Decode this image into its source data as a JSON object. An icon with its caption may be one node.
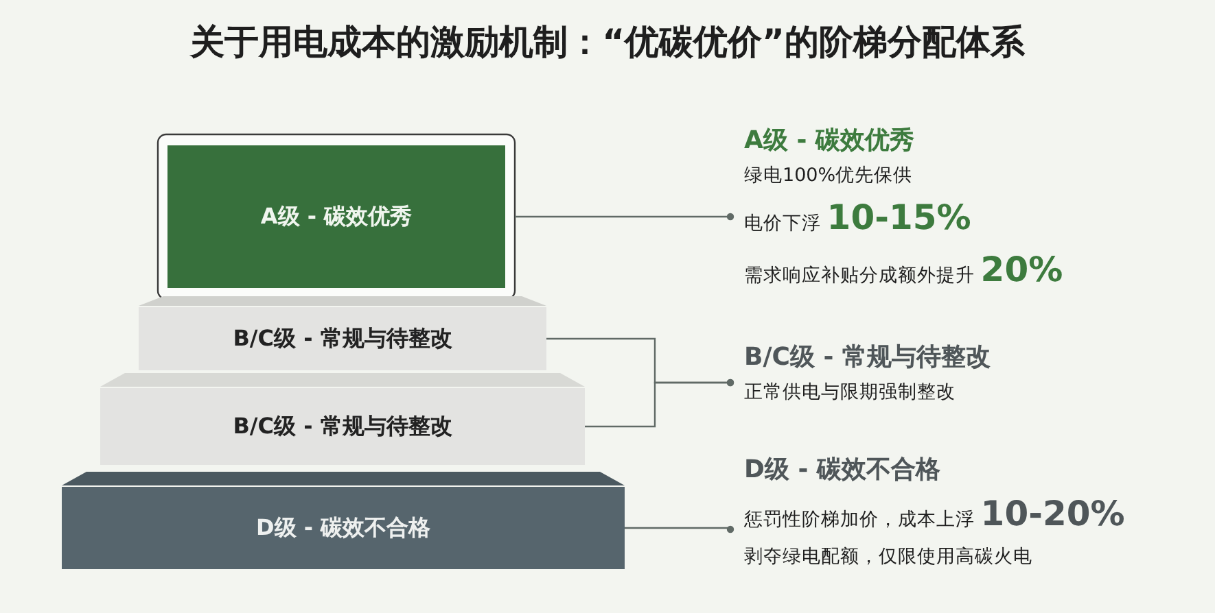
{
  "diagram": {
    "title": "关于用电成本的激励机制：“优碳优价”的阶梯分配体系",
    "nodes": [
      {
        "text": [
          "A级 - 碳效优秀"
        ]
      },
      {
        "text": [
          "B/C级 - 常规与待整改"
        ]
      },
      {
        "text": [
          "B/C级 - 常规与待整改"
        ]
      },
      {
        "text": [
          "D级 - 碳效不合格"
        ]
      },
      {
        "text": [
          "A级 - 碳效优秀",
          "绿电100%优先保供",
          "电价下浮 **10-15%**",
          "需求响应补贴分成额外提升 **20%**"
        ]
      },
      {
        "text": [
          "B/C级 - 常规与待整改",
          "正常供电与限期强制整改"
        ]
      },
      {
        "text": [
          "D级 - 碳效不合格",
          "惩罚性阶梯加价，成本上浮 **10-20%**",
          "剥夺绿电配额，仅限使用高碳火电"
        ]
      }
    ],
    "edges": [
      {
        "from": 0,
        "to": 4,
        "arrow": "other"
      },
      {
        "from": 1,
        "to": 5,
        "arrow": "other"
      },
      {
        "from": 2,
        "to": 5,
        "arrow": "other"
      },
      {
        "from": 3,
        "to": 6,
        "arrow": "other"
      }
    ]
  }
}
